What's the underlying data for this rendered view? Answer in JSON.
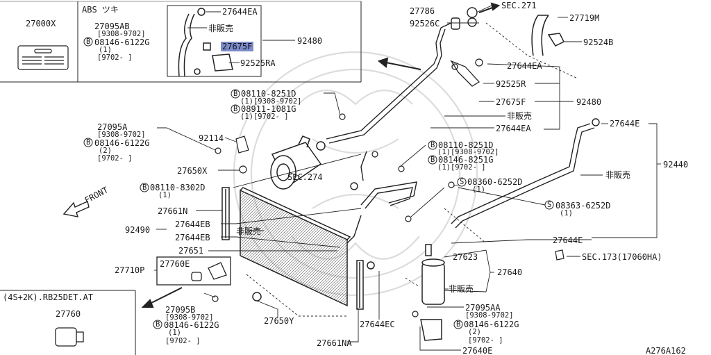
{
  "watermark_text": "A276A162",
  "labels": {
    "p27000x": "27000X",
    "abs": "ABS ツキ",
    "p27644EA_inset": "27644EA",
    "hanbai_inset": "非販売",
    "p92480_inset": "92480",
    "p27675F_inset": "27675F",
    "p92525RA": "92525RA",
    "p27095AB": "27095AB",
    "d9308_ab": "[9308-9702]",
    "b08146_ab": "08146-6122G",
    "q1_ab": "(1)",
    "d9702_ab": "[9702-     ]",
    "p27786": "27786",
    "sec271": "SEC.271",
    "p27719M": "27719M",
    "p92526C": "92526C",
    "p92524B": "92524B",
    "p27644EA_r1": "27644EA",
    "p92525R": "92525R",
    "p27675F": "27675F",
    "p92480": "92480",
    "hanbai_r": "非販売",
    "p27644EA_r2": "27644EA",
    "b08110_8251D_1": "08110-8251D",
    "q1_9308_1": "(1)[9308-9702]",
    "b08911": "08911-1081G",
    "q1_9702_1": "(1)[9702-    ]",
    "p27644E_top": "27644E",
    "p92440": "92440",
    "p27095A": "27095A",
    "d9308_a": "[9308-9702]",
    "b08146_a": "08146-6122G",
    "q2_a": "(2)",
    "d9702_a": "[9702-     ]",
    "p92114": "92114",
    "p27650X": "27650X",
    "b08110_8251D_2": "08110-8251D",
    "q1_9308_2": "(1)[9308-9702]",
    "b08146_8251G": "08146-8251G",
    "q1_9702_2": "(1)[9702-    ]",
    "hanbai_mid": "非販売",
    "b08110_8302D": "08110-8302D",
    "q1_8302": "(1)",
    "sec274": "SEC.274",
    "s08360": "08360-6252D",
    "q1_08360": "(1)",
    "front": "FRONT",
    "s08363": "08363-6252D",
    "q1_08363": "(1)",
    "p27661N": "27661N",
    "p92490": "92490",
    "p27644EB_1": "27644EB",
    "hanbai_eb": "非販売",
    "p27644EB_2": "27644EB",
    "p27644E_mid": "27644E",
    "p27651": "27651",
    "p27623": "27623",
    "sec173": "SEC.173(17060HA)",
    "p27640": "27640",
    "p27710P": "27710P",
    "p27760E": "27760E",
    "hanbai_low": "非販売",
    "p27095B": "27095B",
    "d9308_b": "[9308-9702]",
    "b08146_b": "08146-6122G",
    "q1_b": "(1)",
    "d9702_b": "[9702-     ]",
    "p27095AA": "27095AA",
    "d9308_aa": "[9308-9702]",
    "b08146_aa": "08146-6122G",
    "q2_aa": "(2)",
    "d9702_aa": "[9702-     ]",
    "p27650Y": "27650Y",
    "p27644EC": "27644EC",
    "variant": "(4S+2K).RB25DET.AT",
    "p27760": "27760",
    "p27661NA": "27661NA",
    "p27640E": "27640E",
    "code": "A276A162"
  }
}
